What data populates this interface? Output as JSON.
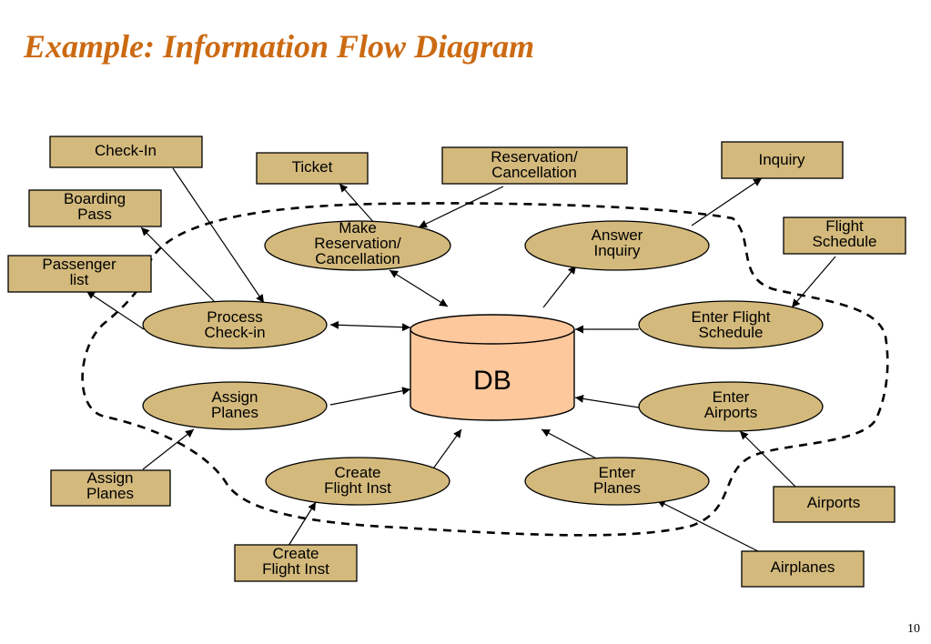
{
  "title": "Example: Information Flow Diagram",
  "page_number": "10",
  "colors": {
    "title": "#cc6a12",
    "box_fill": "#d3b97c",
    "db_fill": "#fdc89c"
  },
  "database": {
    "label": "DB"
  },
  "processes": {
    "make_reservation": [
      "Make",
      "Reservation/",
      "Cancellation"
    ],
    "answer_inquiry": [
      "Answer",
      "Inquiry"
    ],
    "process_checkin": [
      "Process",
      "Check-in"
    ],
    "enter_flight_schedule": [
      "Enter Flight",
      "Schedule"
    ],
    "assign_planes": [
      "Assign",
      "Planes"
    ],
    "enter_airports": [
      "Enter",
      "Airports"
    ],
    "create_flight_inst": [
      "Create",
      "Flight Inst"
    ],
    "enter_planes": [
      "Enter",
      "Planes"
    ]
  },
  "externals": {
    "checkin": [
      "Check-In"
    ],
    "ticket": [
      "Ticket"
    ],
    "reservation": [
      "Reservation/",
      "Cancellation"
    ],
    "inquiry": [
      "Inquiry"
    ],
    "boarding_pass": [
      "Boarding",
      "Pass"
    ],
    "flight_schedule": [
      "Flight",
      "Schedule"
    ],
    "passenger_list": [
      "Passenger",
      "list"
    ],
    "assign_planes": [
      "Assign",
      "Planes"
    ],
    "airports": [
      "Airports"
    ],
    "create_flight_inst": [
      "Create",
      "Flight Inst"
    ],
    "airplanes": [
      "Airplanes"
    ]
  }
}
